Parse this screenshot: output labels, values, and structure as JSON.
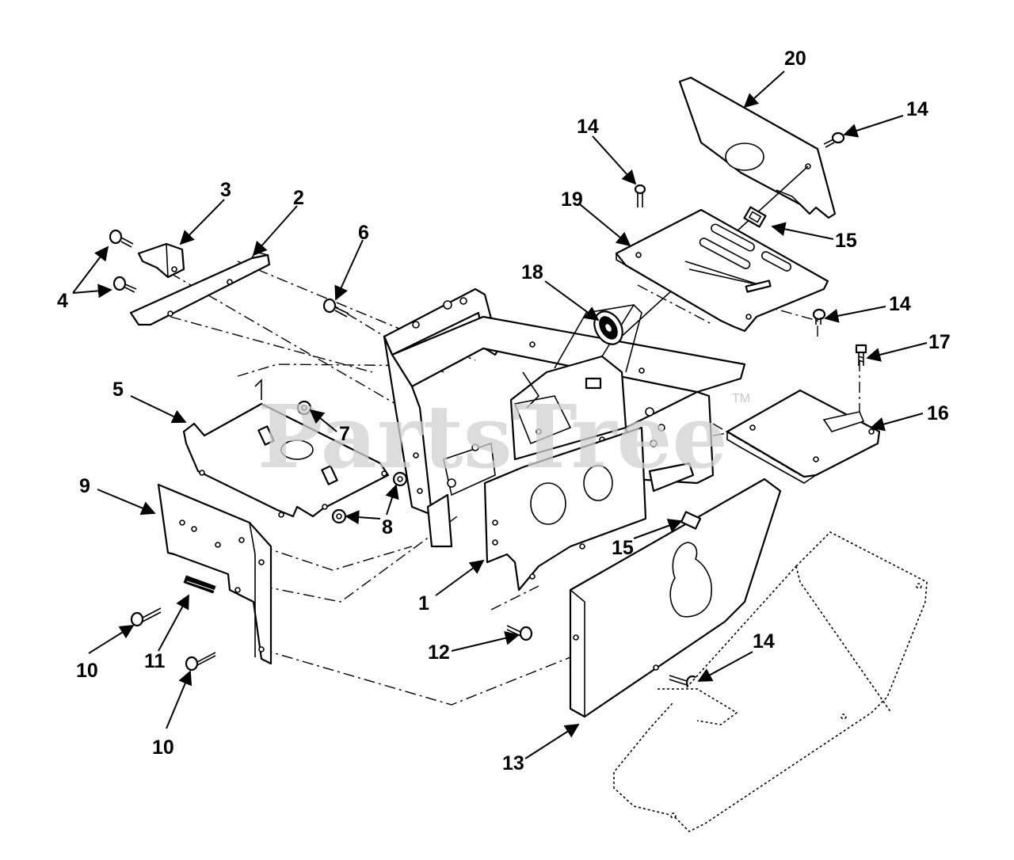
{
  "watermark": {
    "text": "PartsTree",
    "trademark": "TM"
  },
  "callouts": [
    "1",
    "2",
    "3",
    "4",
    "5",
    "6",
    "7",
    "8",
    "9",
    "10",
    "11",
    "12",
    "13",
    "14",
    "15",
    "16",
    "17",
    "18",
    "19",
    "20"
  ],
  "labels": {
    "c1": "1",
    "c2": "2",
    "c3": "3",
    "c4": "4",
    "c5": "5",
    "c6": "6",
    "c7": "7",
    "c8": "8",
    "c9": "9",
    "c10a": "10",
    "c10b": "10",
    "c11": "11",
    "c12": "12",
    "c13": "13",
    "c14a": "14",
    "c14b": "14",
    "c14c": "14",
    "c14d": "14",
    "c15a": "15",
    "c15b": "15",
    "c16": "16",
    "c17": "17",
    "c18": "18",
    "c19": "19",
    "c20": "20"
  }
}
